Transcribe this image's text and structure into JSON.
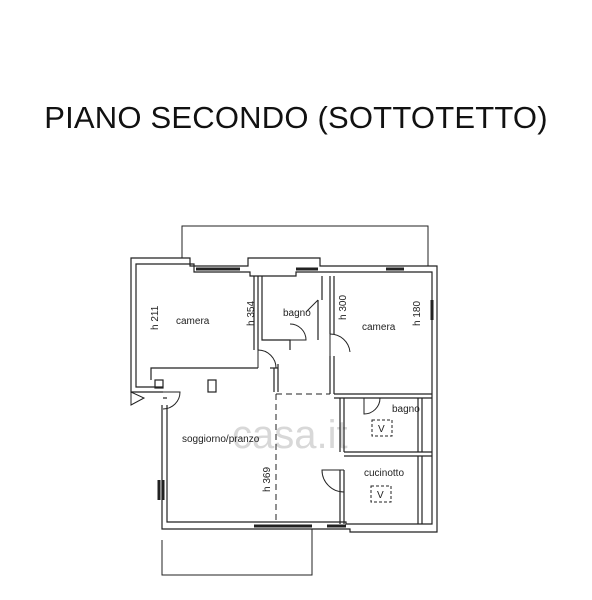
{
  "title": "PIANO SECONDO (SOTTOTETTO)",
  "watermark": "casa.it",
  "rooms": {
    "camera_left": "camera",
    "bagno_top": "bagno",
    "camera_right": "camera",
    "bagno_small": "bagno",
    "soggiorno": "soggiorno/pranzo",
    "cucinotto": "cucinotto"
  },
  "heights": {
    "h211": "h 211",
    "h354": "h 354",
    "h300": "h 300",
    "h180": "h 180",
    "h369": "h 369"
  },
  "symbols": {
    "v_mark": "V"
  }
}
